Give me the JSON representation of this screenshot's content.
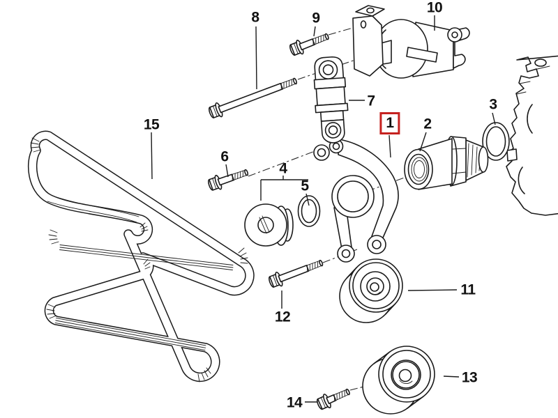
{
  "diagram": {
    "type": "exploded-parts-diagram",
    "colors": {
      "background": "#ffffff",
      "line": "#1a1a1a",
      "highlight_box": "#c5211f"
    },
    "highlighted_part": "1",
    "labels": [
      {
        "n": "1",
        "highlighted": true
      },
      {
        "n": "2",
        "highlighted": false
      },
      {
        "n": "3",
        "highlighted": false
      },
      {
        "n": "4",
        "highlighted": false
      },
      {
        "n": "5",
        "highlighted": false
      },
      {
        "n": "6",
        "highlighted": false
      },
      {
        "n": "7",
        "highlighted": false
      },
      {
        "n": "8",
        "highlighted": false
      },
      {
        "n": "9",
        "highlighted": false
      },
      {
        "n": "10",
        "highlighted": false
      },
      {
        "n": "11",
        "highlighted": false
      },
      {
        "n": "12",
        "highlighted": false
      },
      {
        "n": "13",
        "highlighted": false
      },
      {
        "n": "14",
        "highlighted": false
      },
      {
        "n": "15",
        "highlighted": false
      }
    ]
  }
}
